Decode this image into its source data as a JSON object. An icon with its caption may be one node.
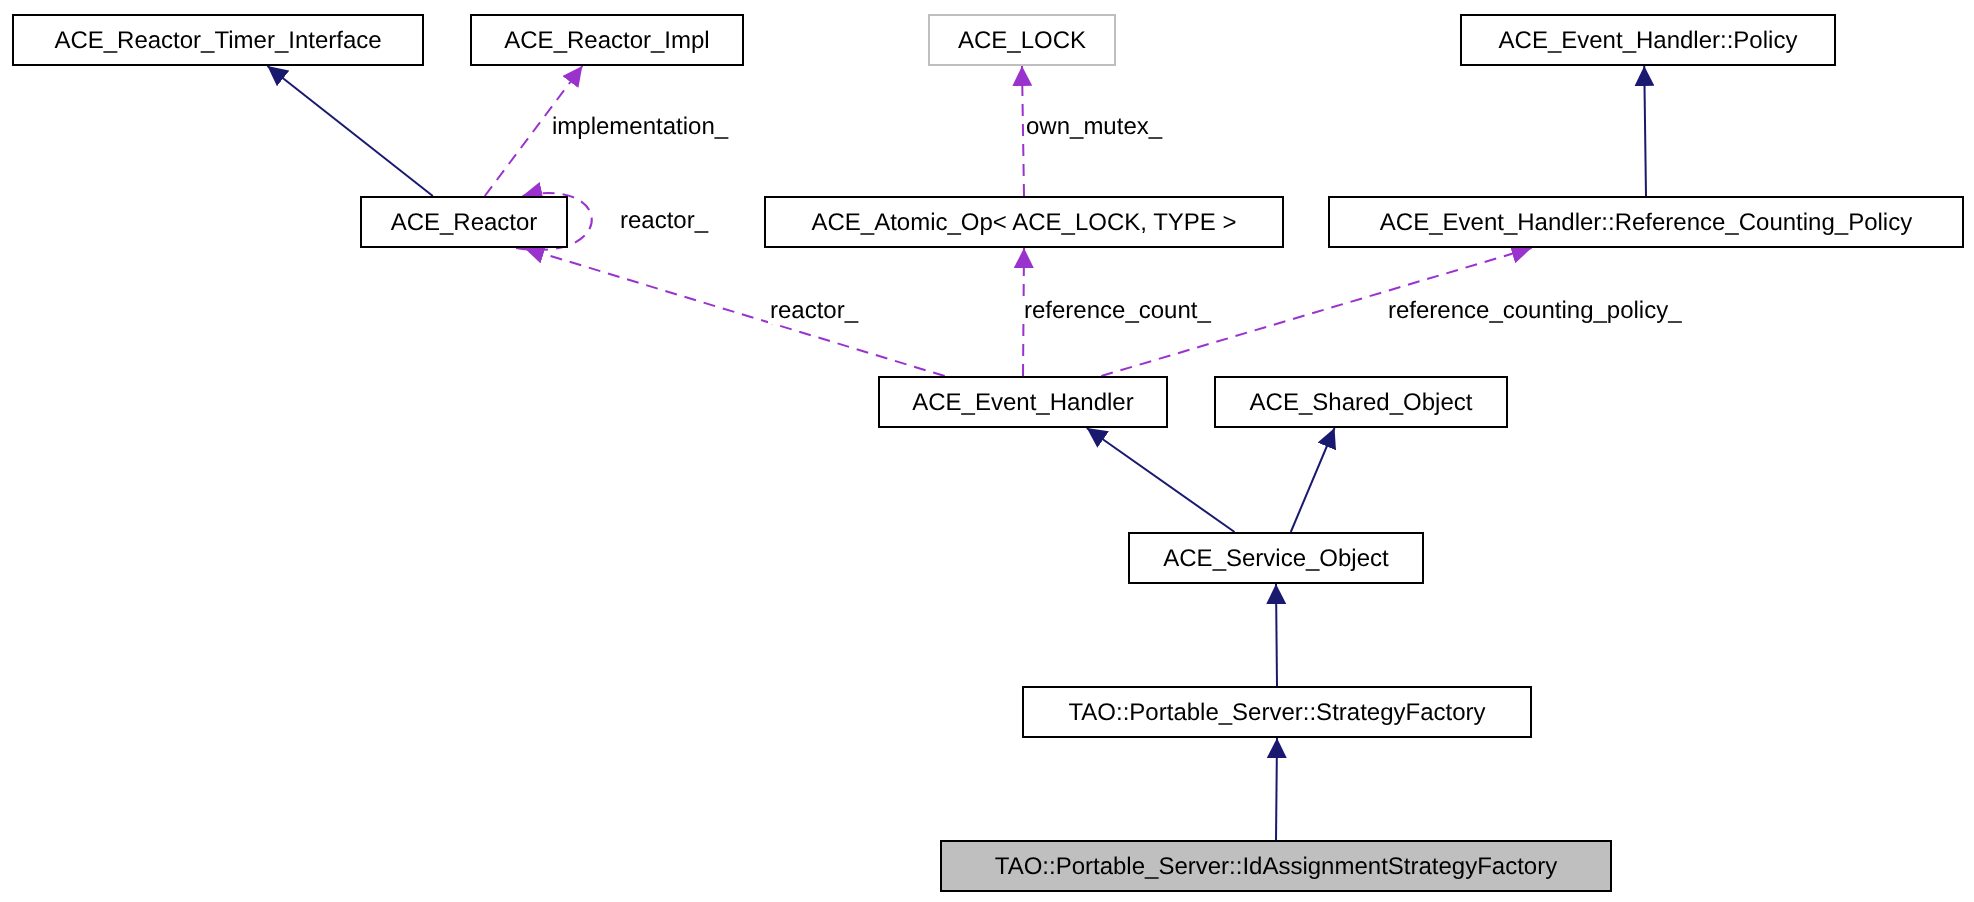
{
  "diagram": {
    "nodes": [
      {
        "text": [
          "ACE_Reactor_Timer_Interface"
        ]
      },
      {
        "text": [
          "ACE_Reactor_Impl"
        ]
      },
      {
        "text": [
          "ACE_LOCK"
        ]
      },
      {
        "text": [
          "ACE_Event_Handler::Policy"
        ]
      },
      {
        "text": [
          "ACE_Reactor"
        ]
      },
      {
        "text": [
          "ACE_Atomic_Op< ACE_LOCK, TYPE >"
        ]
      },
      {
        "text": [
          "ACE_Event_Handler::Reference_Counting_Policy"
        ]
      },
      {
        "text": [
          "ACE_Event_Handler"
        ]
      },
      {
        "text": [
          "ACE_Shared_Object"
        ]
      },
      {
        "text": [
          "ACE_Service_Object"
        ]
      },
      {
        "text": [
          "TAO::Portable_Server::StrategyFactory"
        ]
      },
      {
        "text": [
          "TAO::Portable_Server::IdAssignmentStrategyFactory"
        ]
      }
    ],
    "edges": [
      {
        "from": 4,
        "to": 0,
        "arrow": "to"
      },
      {
        "from": 4,
        "to": 1,
        "arrow": "to",
        "label": "implementation_",
        "style": "dashed",
        "color": "#9a32cd"
      },
      {
        "from": 4,
        "to": 4,
        "arrow": "to",
        "label": "reactor_",
        "style": "dashed",
        "color": "#9a32cd"
      },
      {
        "from": 5,
        "to": 2,
        "arrow": "to",
        "label": "own_mutex_",
        "style": "dashed",
        "color": "#9a32cd"
      },
      {
        "from": 6,
        "to": 3,
        "arrow": "to"
      },
      {
        "from": 7,
        "to": 4,
        "arrow": "to",
        "label": "reactor_",
        "style": "dashed",
        "color": "#9a32cd"
      },
      {
        "from": 7,
        "to": 5,
        "arrow": "to",
        "label": "reference_count_",
        "style": "dashed",
        "color": "#9a32cd"
      },
      {
        "from": 7,
        "to": 6,
        "arrow": "to",
        "label": "reference_counting_policy_",
        "style": "dashed",
        "color": "#9a32cd"
      },
      {
        "from": 9,
        "to": 7,
        "arrow": "to"
      },
      {
        "from": 9,
        "to": 8,
        "arrow": "to"
      },
      {
        "from": 10,
        "to": 9,
        "arrow": "to"
      },
      {
        "from": 11,
        "to": 10,
        "arrow": "to"
      }
    ]
  }
}
